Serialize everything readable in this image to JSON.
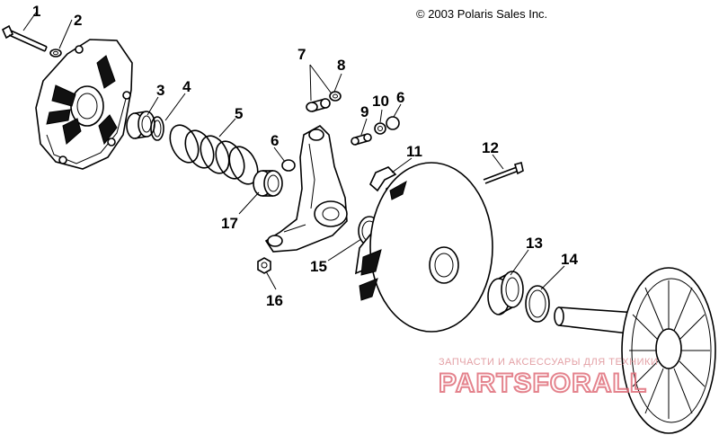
{
  "copyright": "© 2003 Polaris Sales Inc.",
  "watermark": {
    "tagline": "ЗАПЧАСТИ И АКСЕССУАРЫ ДЛЯ ТЕХНИКИ",
    "brand": "PARTSFORALL"
  },
  "callouts": [
    "1",
    "2",
    "3",
    "4",
    "5",
    "6",
    "7",
    "8",
    "9",
    "10",
    "6",
    "11",
    "12",
    "13",
    "14",
    "15",
    "16",
    "17"
  ],
  "colors": {
    "line": "#000000",
    "watermark": "#e06e7a",
    "background": "#ffffff"
  }
}
